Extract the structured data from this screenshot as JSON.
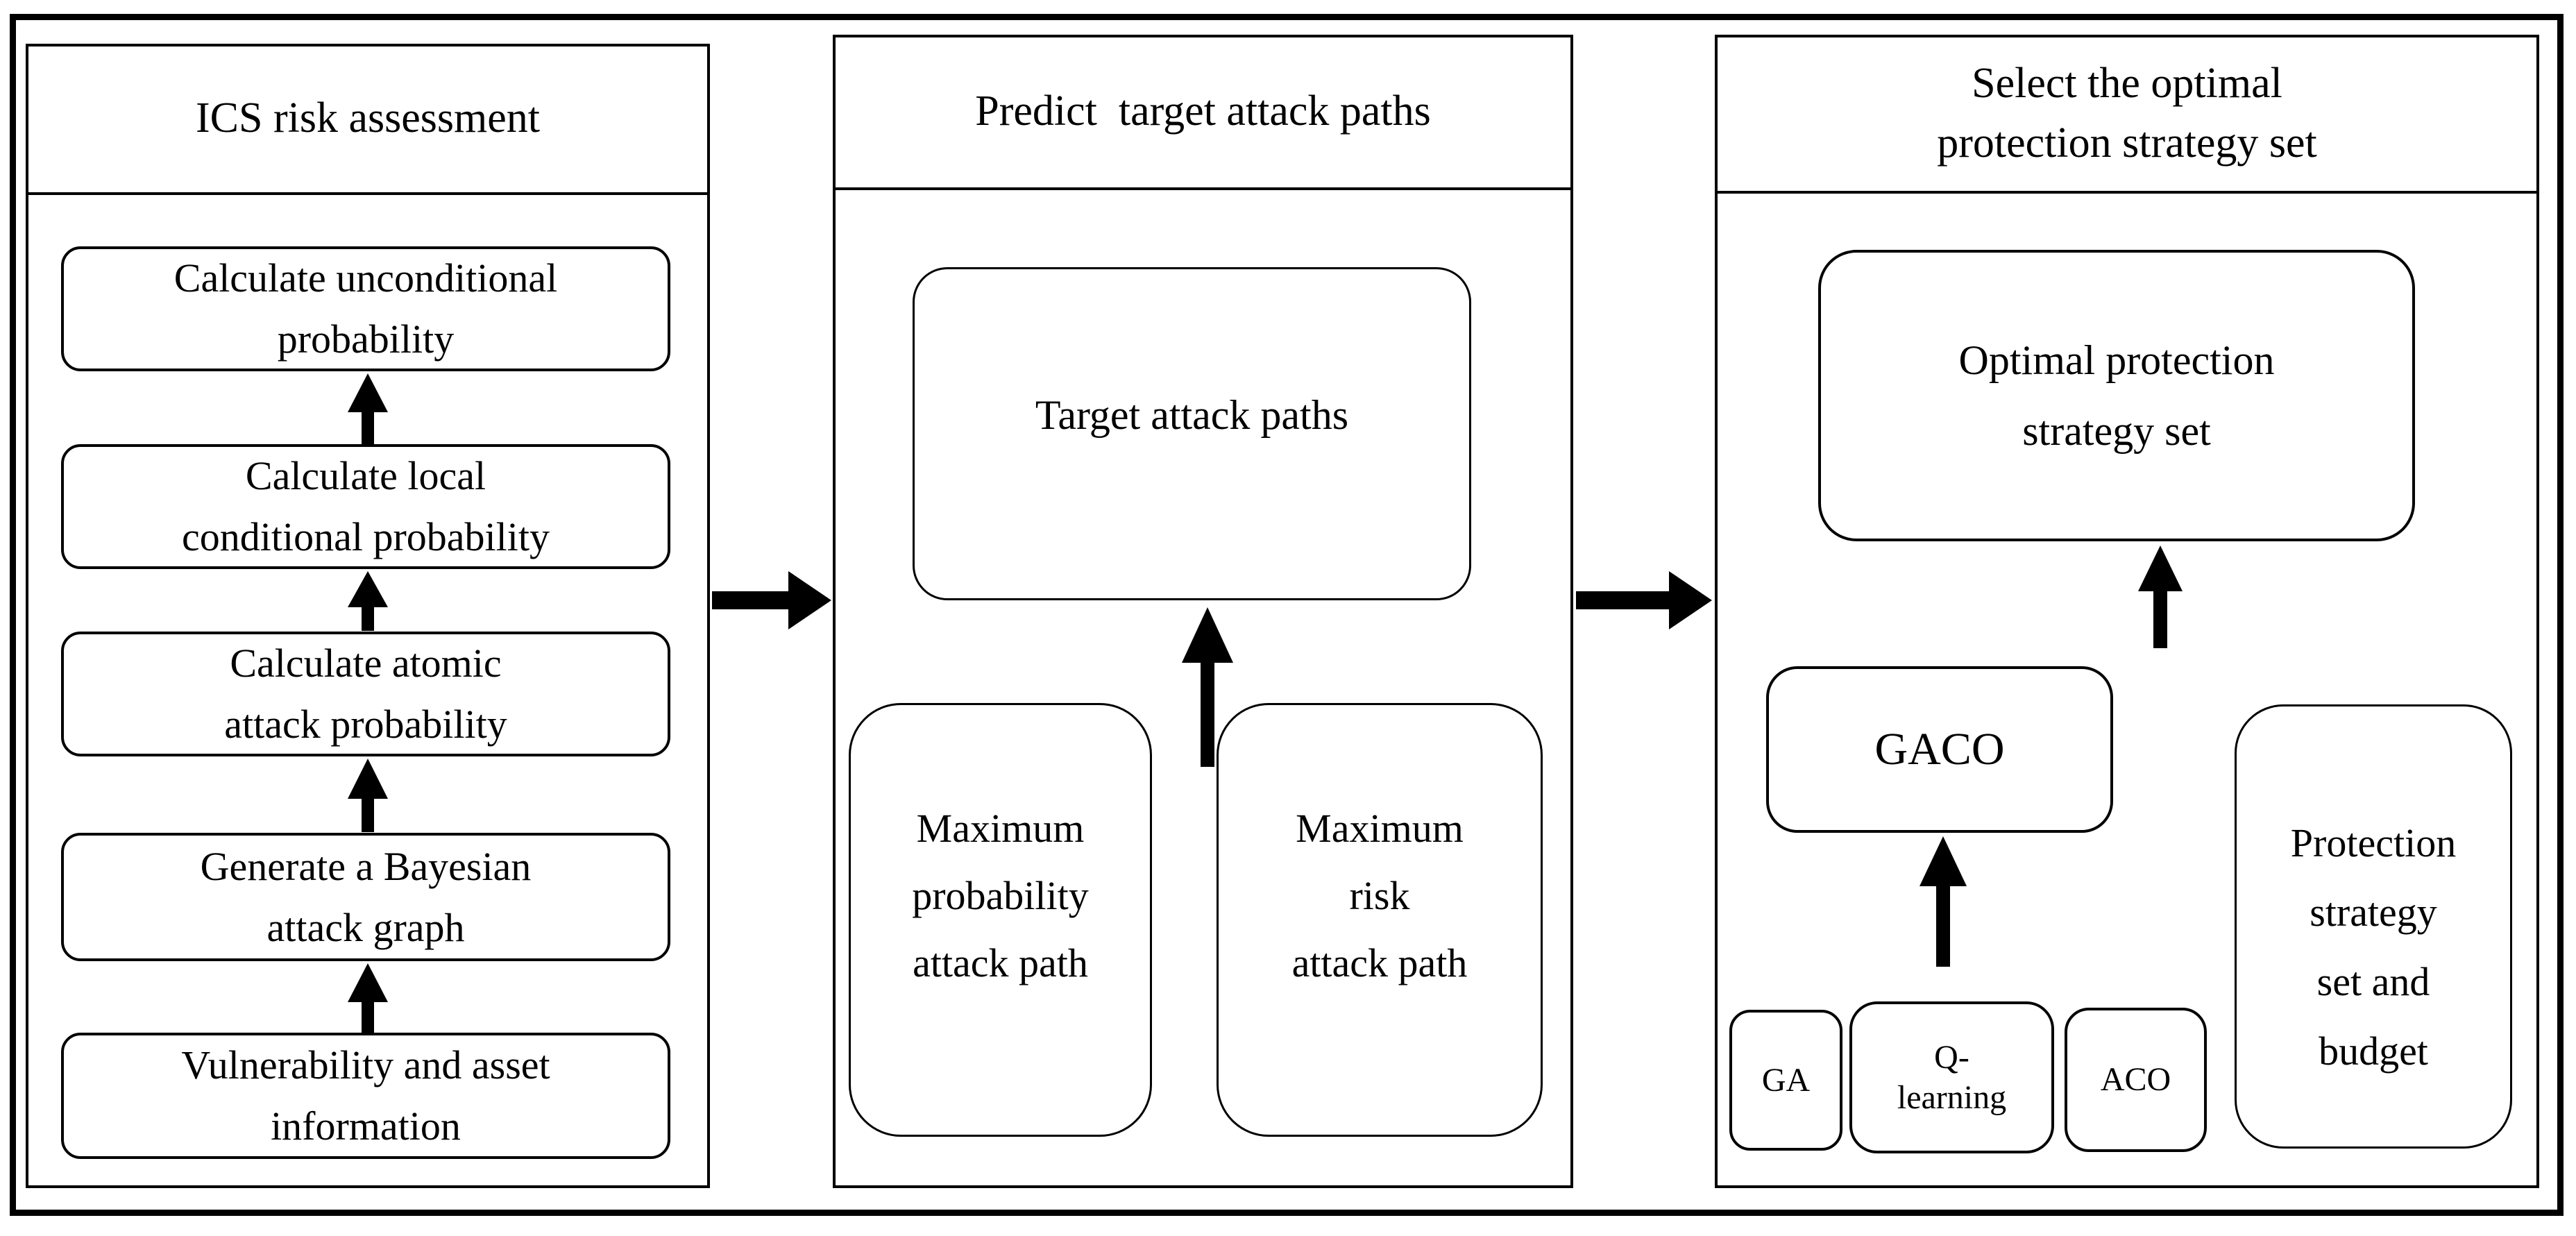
{
  "diagram": {
    "kind": "three-stage flowchart",
    "colors": {
      "line": "#000000",
      "background": "#ffffff",
      "text": "#000000"
    },
    "icons": {
      "arrow_up": "up-arrow-icon",
      "arrow_right": "right-arrow-icon"
    },
    "panel_left": {
      "title": "ICS risk assessment",
      "boxes": {
        "unconditional": "Calculate unconditional\nprobability",
        "local_conditional": "Calculate local\nconditional probability",
        "atomic": "Calculate atomic\nattack probability",
        "bayesian": "Generate a Bayesian\nattack graph",
        "vulnerability": "Vulnerability and asset\ninformation"
      },
      "flow": "Vulnerability and asset information -> Generate a Bayesian attack graph -> Calculate atomic attack probability -> Calculate local conditional probability -> Calculate unconditional probability"
    },
    "panel_middle": {
      "title": "Predict  target attack paths",
      "boxes": {
        "target": "Target attack paths",
        "max_probability": "Maximum\nprobability\nattack path",
        "max_risk": "Maximum\nrisk\nattack path"
      },
      "flow": "Maximum probability attack path + Maximum risk attack path -> Target attack paths"
    },
    "panel_right": {
      "title": "Select the optimal\nprotection strategy set",
      "boxes": {
        "optimal": "Optimal protection\nstrategy set",
        "gaco": "GACO",
        "ga": "GA",
        "q_learning": "Q-\nlearning",
        "aco": "ACO",
        "protection_budget": "Protection\nstrategy\nset and\nbudget"
      },
      "flow": "GA + Q-learning + ACO -> GACO -> Optimal protection strategy set; inputs: Protection strategy set and budget"
    }
  }
}
